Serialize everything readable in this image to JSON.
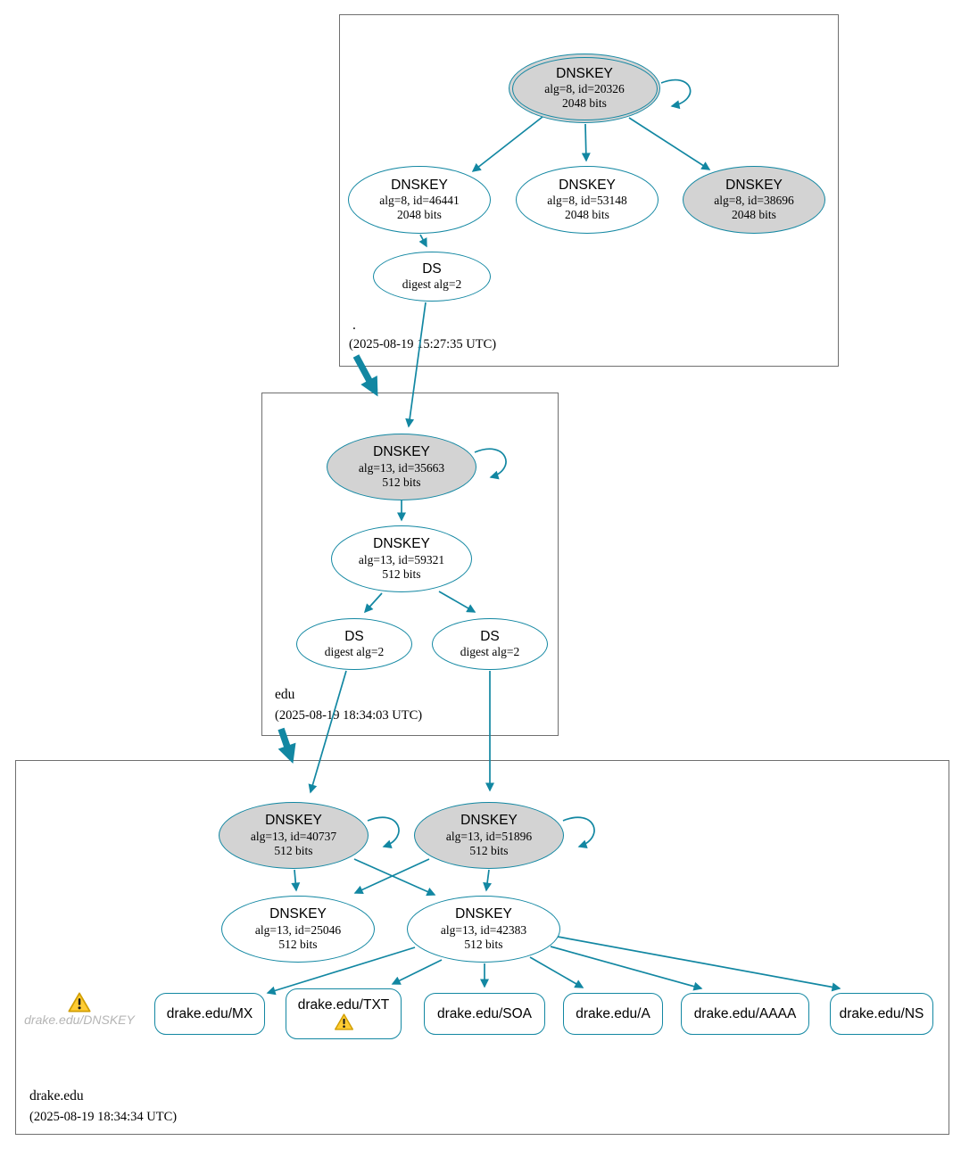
{
  "colors": {
    "edge_teal": "#1287a2",
    "ksk_fill": "#d3d3d3",
    "zone_box_border": "#6f6f6f",
    "warning_fill": "#ffcc33",
    "warning_stroke": "#d19e00",
    "orphan_text": "#b5b5b5"
  },
  "zones": {
    "root": {
      "label": ".",
      "timestamp": "(2025-08-19 15:27:35 UTC)"
    },
    "edu": {
      "label": "edu",
      "timestamp": "(2025-08-19 18:34:03 UTC)"
    },
    "drake": {
      "label": "drake.edu",
      "timestamp": "(2025-08-19 18:34:34 UTC)"
    }
  },
  "nodes": {
    "root_ksk": {
      "title": "DNSKEY",
      "params": "alg=8, id=20326",
      "size": "2048 bits"
    },
    "root_key_46441": {
      "title": "DNSKEY",
      "params": "alg=8, id=46441",
      "size": "2048 bits"
    },
    "root_key_53148": {
      "title": "DNSKEY",
      "params": "alg=8, id=53148",
      "size": "2048 bits"
    },
    "root_key_38696": {
      "title": "DNSKEY",
      "params": "alg=8, id=38696",
      "size": "2048 bits"
    },
    "root_ds": {
      "title": "DS",
      "params": "digest alg=2"
    },
    "edu_ksk": {
      "title": "DNSKEY",
      "params": "alg=13, id=35663",
      "size": "512 bits"
    },
    "edu_zsk": {
      "title": "DNSKEY",
      "params": "alg=13, id=59321",
      "size": "512 bits"
    },
    "edu_ds_left": {
      "title": "DS",
      "params": "digest alg=2"
    },
    "edu_ds_right": {
      "title": "DS",
      "params": "digest alg=2"
    },
    "drake_ksk_40737": {
      "title": "DNSKEY",
      "params": "alg=13, id=40737",
      "size": "512 bits"
    },
    "drake_ksk_51896": {
      "title": "DNSKEY",
      "params": "alg=13, id=51896",
      "size": "512 bits"
    },
    "drake_key_25046": {
      "title": "DNSKEY",
      "params": "alg=13, id=25046",
      "size": "512 bits"
    },
    "drake_zsk_42383": {
      "title": "DNSKEY",
      "params": "alg=13, id=42383",
      "size": "512 bits"
    }
  },
  "orphan": {
    "label": "drake.edu/DNSKEY"
  },
  "rrsets": [
    {
      "label": "drake.edu/MX"
    },
    {
      "label": "drake.edu/TXT"
    },
    {
      "label": "drake.edu/SOA"
    },
    {
      "label": "drake.edu/A"
    },
    {
      "label": "drake.edu/AAAA"
    },
    {
      "label": "drake.edu/NS"
    }
  ]
}
